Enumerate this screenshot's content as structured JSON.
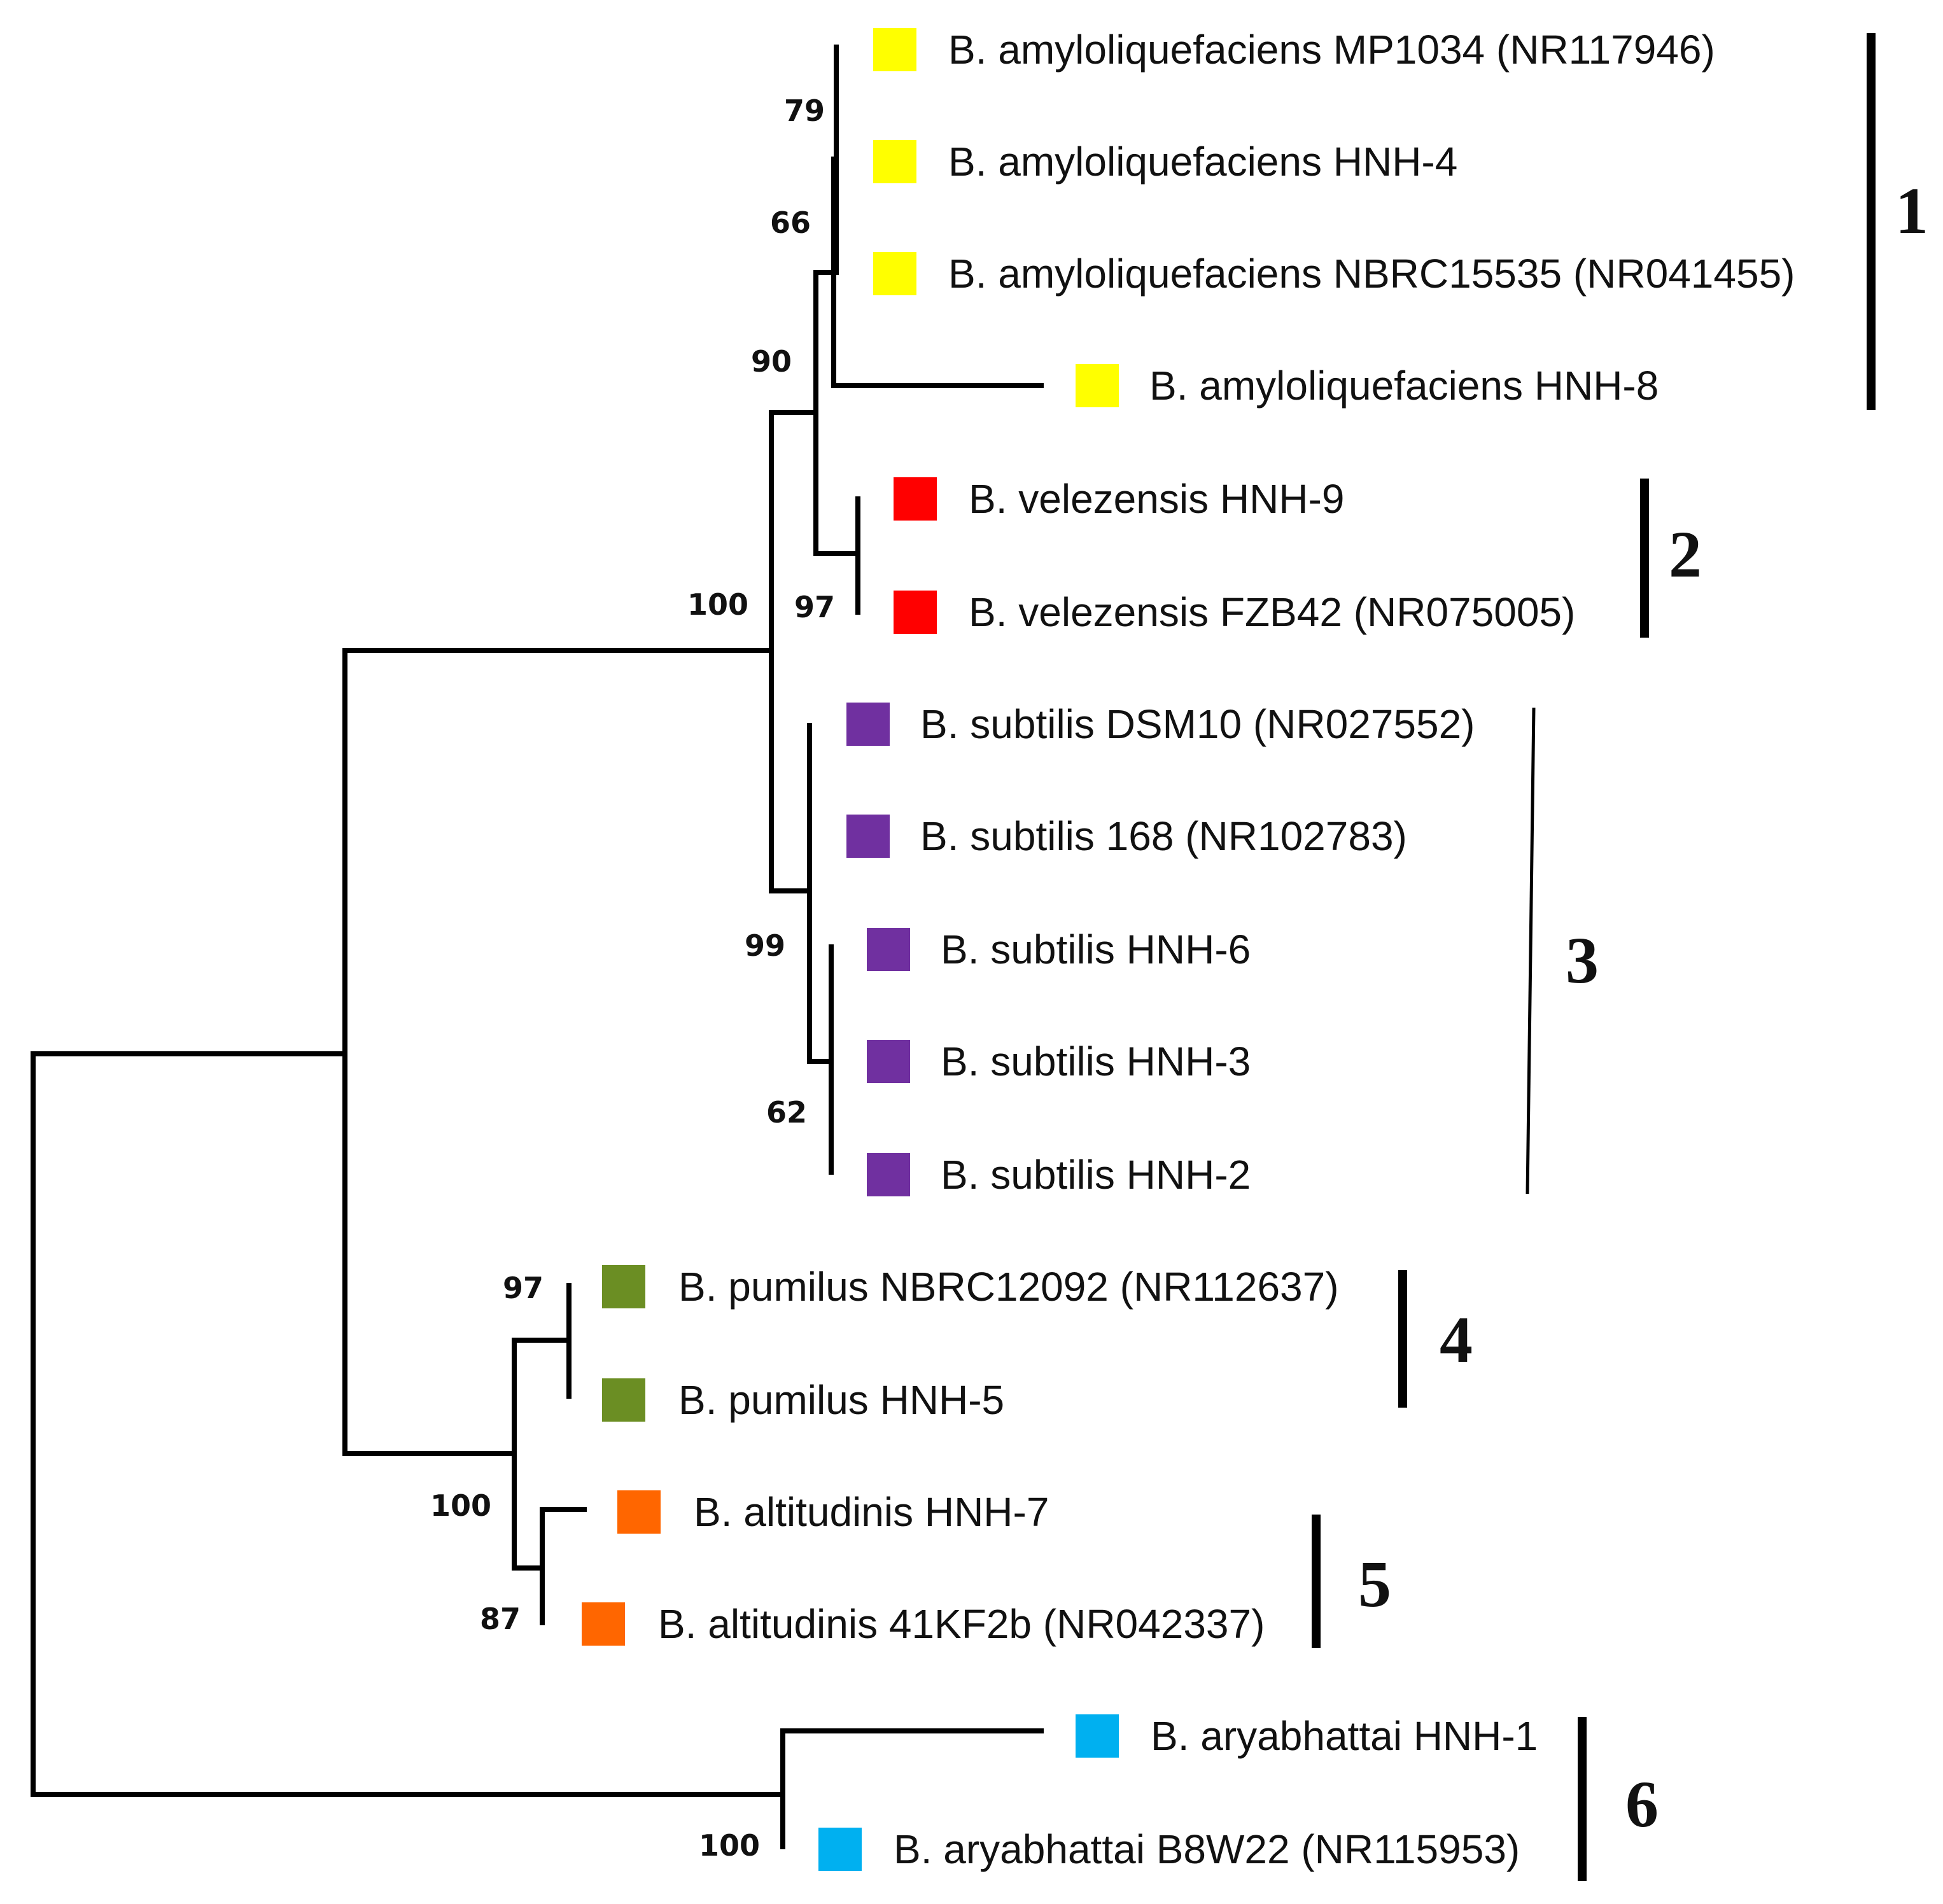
{
  "colors": {
    "amyloliquefaciens": "#FFFF00",
    "velezensis": "#FF0000",
    "subtilis": "#7030A0",
    "pumilus": "#6B8E23",
    "altitudinis": "#FF6600",
    "aryabhattai": "#00B0F0"
  },
  "leaves": [
    {
      "label": "B. amyloliquefaciens MP1034 (NR117946)",
      "color": "#FFFF00"
    },
    {
      "label": "B. amyloliquefaciens HNH-4",
      "color": "#FFFF00"
    },
    {
      "label": "B. amyloliquefaciens NBRC15535 (NR041455)",
      "color": "#FFFF00"
    },
    {
      "label": "B. amyloliquefaciens HNH-8",
      "color": "#FFFF00"
    },
    {
      "label": "B. velezensis HNH-9",
      "color": "#FF0000"
    },
    {
      "label": "B. velezensis FZB42 (NR075005)",
      "color": "#FF0000"
    },
    {
      "label": "B. subtilis DSM10 (NR027552)",
      "color": "#7030A0"
    },
    {
      "label": "B. subtilis 168 (NR102783)",
      "color": "#7030A0"
    },
    {
      "label": "B. subtilis HNH-6",
      "color": "#7030A0"
    },
    {
      "label": "B. subtilis HNH-3",
      "color": "#7030A0"
    },
    {
      "label": "B. subtilis HNH-2",
      "color": "#7030A0"
    },
    {
      "label": "B. pumilus NBRC12092 (NR112637)",
      "color": "#6B8E23"
    },
    {
      "label": "B. pumilus HNH-5",
      "color": "#6B8E23"
    },
    {
      "label": "B. altitudinis HNH-7",
      "color": "#FF6600"
    },
    {
      "label": "B. altitudinis 41KF2b (NR042337)",
      "color": "#FF6600"
    },
    {
      "label": "B. aryabhattai HNH-1",
      "color": "#00B0F0"
    },
    {
      "label": "B. aryabhattai B8W22 (NR115953)",
      "color": "#00B0F0"
    }
  ],
  "bootstrap_values": [
    "79",
    "66",
    "90",
    "100",
    "97",
    "99",
    "62",
    "97",
    "100",
    "87",
    "100"
  ],
  "clades": [
    "1",
    "2",
    "3",
    "4",
    "5",
    "6"
  ]
}
